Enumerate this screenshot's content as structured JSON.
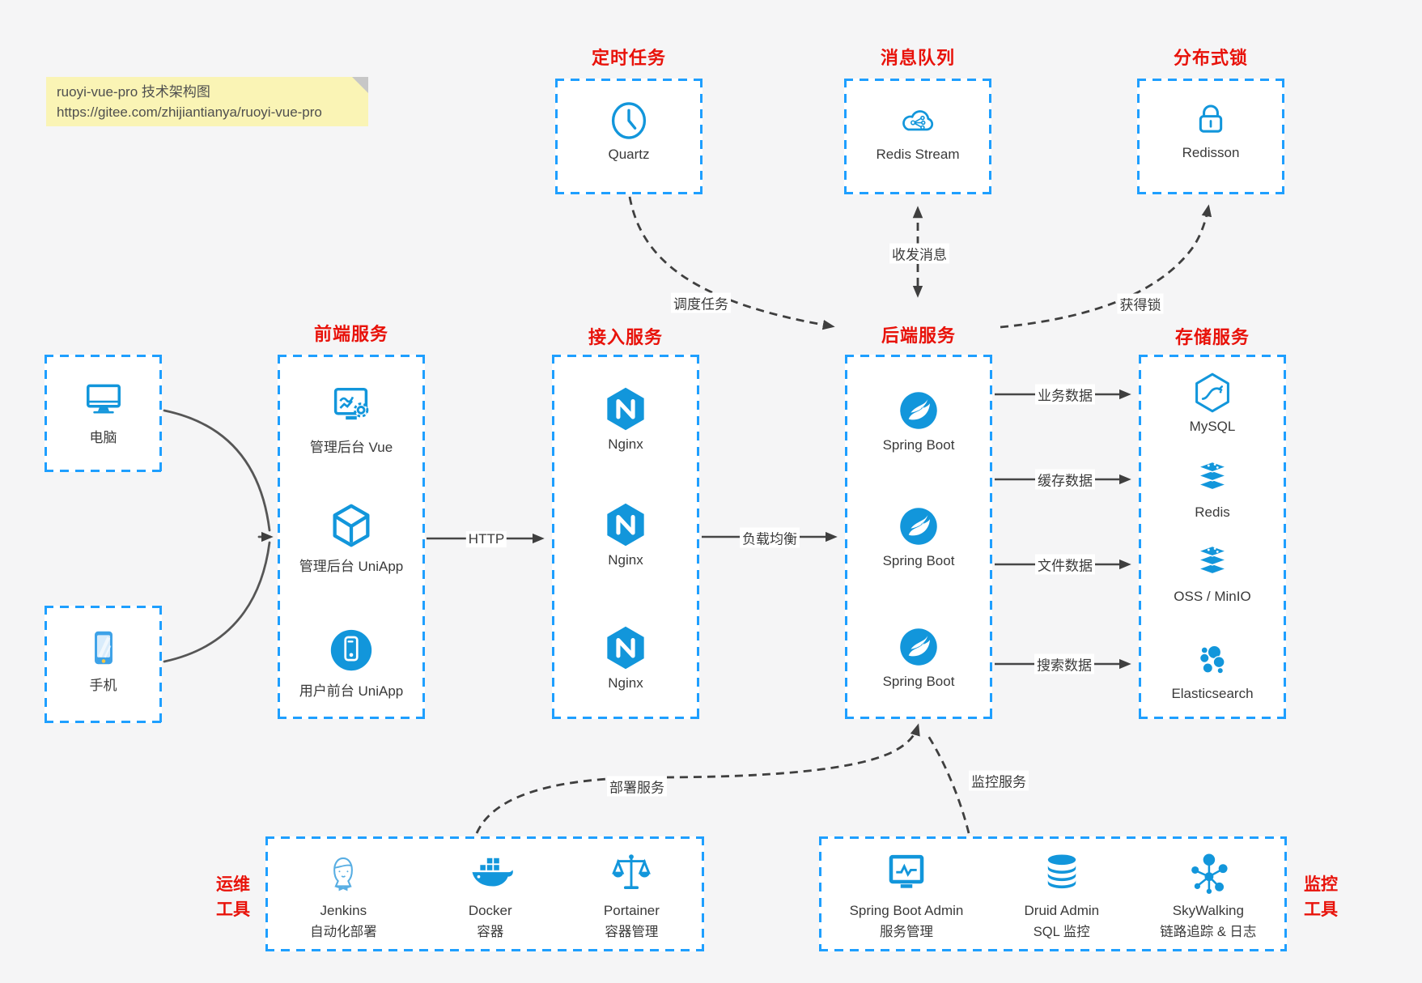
{
  "note": {
    "line1": "ruoyi-vue-pro 技术架构图",
    "line2": "https://gitee.com/zhijiantianya/ruoyi-vue-pro"
  },
  "colors": {
    "blue": "#1296db",
    "bblue": "#1e9fff",
    "red": "#e8120a",
    "arrow": "#454545",
    "notebg": "#faf4b5",
    "bg": "#f5f5f6"
  },
  "top_services": [
    {
      "title": "定时任务",
      "label": "Quartz",
      "icon": "clock-icon"
    },
    {
      "title": "消息队列",
      "label": "Redis Stream",
      "icon": "cloud-stream-icon"
    },
    {
      "title": "分布式锁",
      "label": "Redisson",
      "icon": "lock-icon"
    }
  ],
  "clients": [
    {
      "label": "电脑",
      "icon": "desktop-icon"
    },
    {
      "label": "手机",
      "icon": "phone-icon"
    }
  ],
  "frontend": {
    "title": "前端服务",
    "items": [
      {
        "label": "管理后台 Vue"
      },
      {
        "label": "管理后台 UniApp"
      },
      {
        "label": "用户前台 UniApp"
      }
    ]
  },
  "gateway": {
    "title": "接入服务",
    "items": [
      {
        "label": "Nginx"
      },
      {
        "label": "Nginx"
      },
      {
        "label": "Nginx"
      }
    ]
  },
  "backend": {
    "title": "后端服务",
    "items": [
      {
        "label": "Spring Boot"
      },
      {
        "label": "Spring Boot"
      },
      {
        "label": "Spring Boot"
      }
    ]
  },
  "storage": {
    "title": "存储服务",
    "items": [
      {
        "label": "MySQL"
      },
      {
        "label": "Redis"
      },
      {
        "label": "OSS / MinIO"
      },
      {
        "label": "Elasticsearch"
      }
    ]
  },
  "ops": {
    "side_line1": "运维",
    "side_line2": "工具",
    "items": [
      {
        "name": "Jenkins",
        "desc": "自动化部署"
      },
      {
        "name": "Docker",
        "desc": "容器"
      },
      {
        "name": "Portainer",
        "desc": "容器管理"
      }
    ]
  },
  "monitor": {
    "side_line1": "监控",
    "side_line2": "工具",
    "items": [
      {
        "name": "Spring Boot Admin",
        "desc": "服务管理"
      },
      {
        "name": "Druid Admin",
        "desc": "SQL 监控"
      },
      {
        "name": "SkyWalking",
        "desc": "链路追踪 & 日志"
      }
    ]
  },
  "edges": {
    "http": "HTTP",
    "load_balance": "负载均衡",
    "schedule": "调度任务",
    "message": "收发消息",
    "lock": "获得锁",
    "business": "业务数据",
    "cache": "缓存数据",
    "file": "文件数据",
    "search": "搜索数据",
    "deploy": "部署服务",
    "monitoring": "监控服务"
  }
}
